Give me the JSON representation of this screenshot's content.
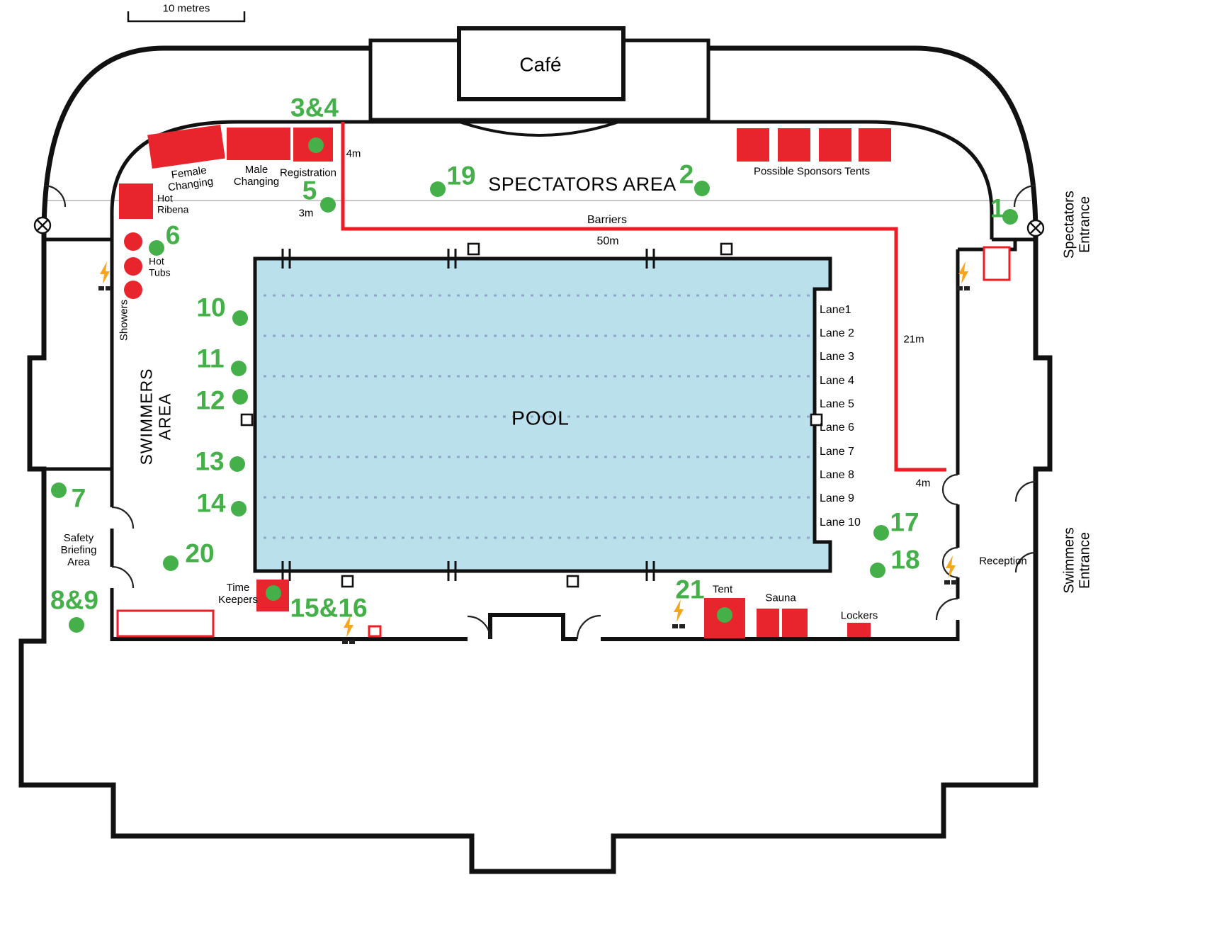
{
  "scale_bar": {
    "label": "10 metres"
  },
  "cafe": {
    "label": "Café"
  },
  "areas": {
    "spectators_area": "SPECTATORS AREA",
    "swimmers_area": "SWIMMERS AREA",
    "pool": "POOL",
    "showers": "Showers",
    "safety": "Safety Briefing Area",
    "reception": "Reception",
    "spectators_entrance": "Spectators Entrance",
    "swimmers_entrance": "Swimmers Entrance"
  },
  "facilities": {
    "female_changing": "Female Changing",
    "male_changing": "Male Changing",
    "registration": "Registration",
    "hot_ribena": "Hot Ribena",
    "hot_tubs": "Hot Tubs",
    "sponsors_tents": "Possible Sponsors Tents",
    "time_keepers": "Time Keepers",
    "tent": "Tent",
    "sauna": "Sauna",
    "lockers": "Lockers"
  },
  "barrier": {
    "label": "Barriers",
    "length_50m": "50m",
    "dim_4m_top": "4m",
    "dim_3m": "3m",
    "dim_21m": "21m",
    "dim_4m_bottom": "4m"
  },
  "lanes": [
    "Lane1",
    "Lane 2",
    "Lane 3",
    "Lane 4",
    "Lane 5",
    "Lane 6",
    "Lane 7",
    "Lane 8",
    "Lane 9",
    "Lane 10"
  ],
  "markers": [
    "1",
    "2",
    "3&4",
    "5",
    "6",
    "7",
    "8&9",
    "10",
    "11",
    "12",
    "13",
    "14",
    "15&16",
    "17",
    "18",
    "19",
    "20",
    "21"
  ],
  "colors": {
    "red": "#e8252c",
    "barrier_red": "#ee1d25",
    "green": "#45b04a",
    "pool_fill": "#b9e0eb",
    "lane_line": "#8fa6c9",
    "bolt_orange": "#f7a51d",
    "wall_black": "#111111"
  }
}
